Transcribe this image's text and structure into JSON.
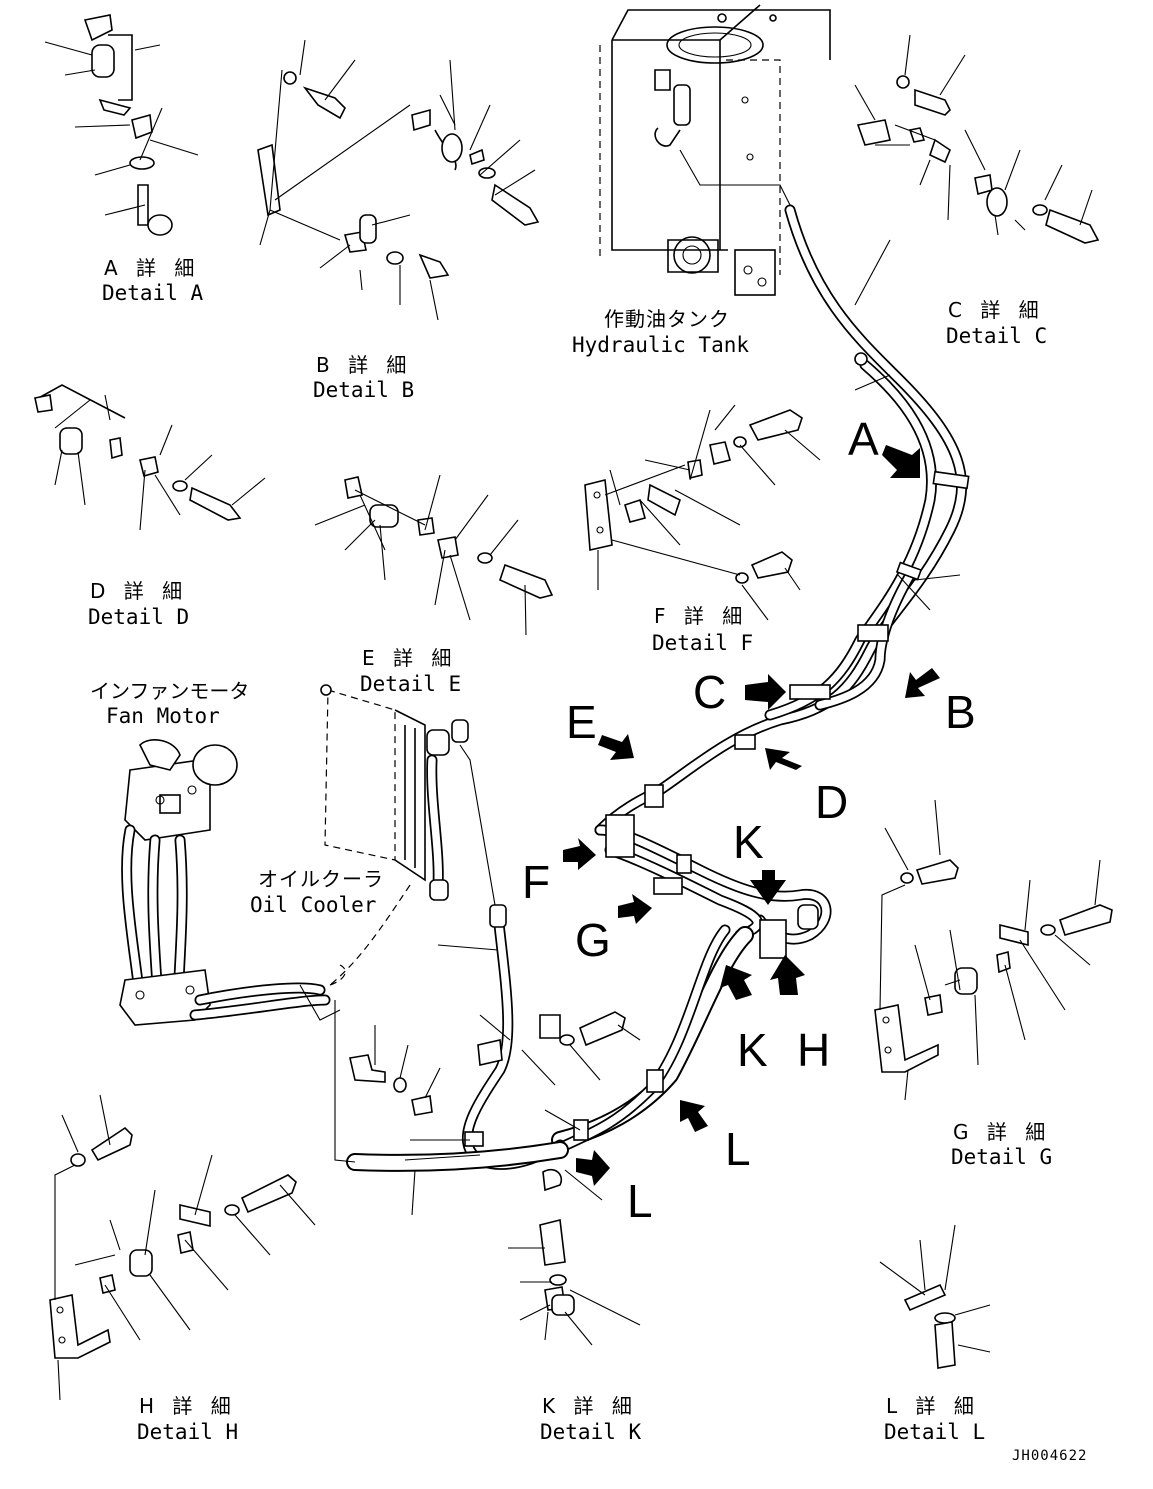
{
  "hydraulic_tank": {
    "ja": "作動油タンク",
    "en": "Hydraulic Tank"
  },
  "fan_motor": {
    "ja": "インファンモータ",
    "en": "Fan Motor"
  },
  "oil_cooler": {
    "ja": "オイルクーラ",
    "en": "Oil Cooler"
  },
  "details": {
    "a": {
      "ja": "A 詳 細",
      "en": "Detail A"
    },
    "b": {
      "ja": "B 詳 細",
      "en": "Detail B"
    },
    "c": {
      "ja": "C 詳 細",
      "en": "Detail C"
    },
    "d": {
      "ja": "D 詳 細",
      "en": "Detail D"
    },
    "e": {
      "ja": "E 詳 細",
      "en": "Detail E"
    },
    "f": {
      "ja": "F 詳 細",
      "en": "Detail F"
    },
    "g": {
      "ja": "G 詳 細",
      "en": "Detail G"
    },
    "h": {
      "ja": "H 詳 細",
      "en": "Detail H"
    },
    "k": {
      "ja": "K 詳 細",
      "en": "Detail K"
    },
    "l": {
      "ja": "L 詳 細",
      "en": "Detail L"
    }
  },
  "callouts": {
    "a": "A",
    "b": "B",
    "c": "C",
    "d": "D",
    "e": "E",
    "f": "F",
    "g": "G",
    "h": "H",
    "k1": "K",
    "k2": "K",
    "l1": "L",
    "l2": "L"
  },
  "drawing_code": "JH004622"
}
